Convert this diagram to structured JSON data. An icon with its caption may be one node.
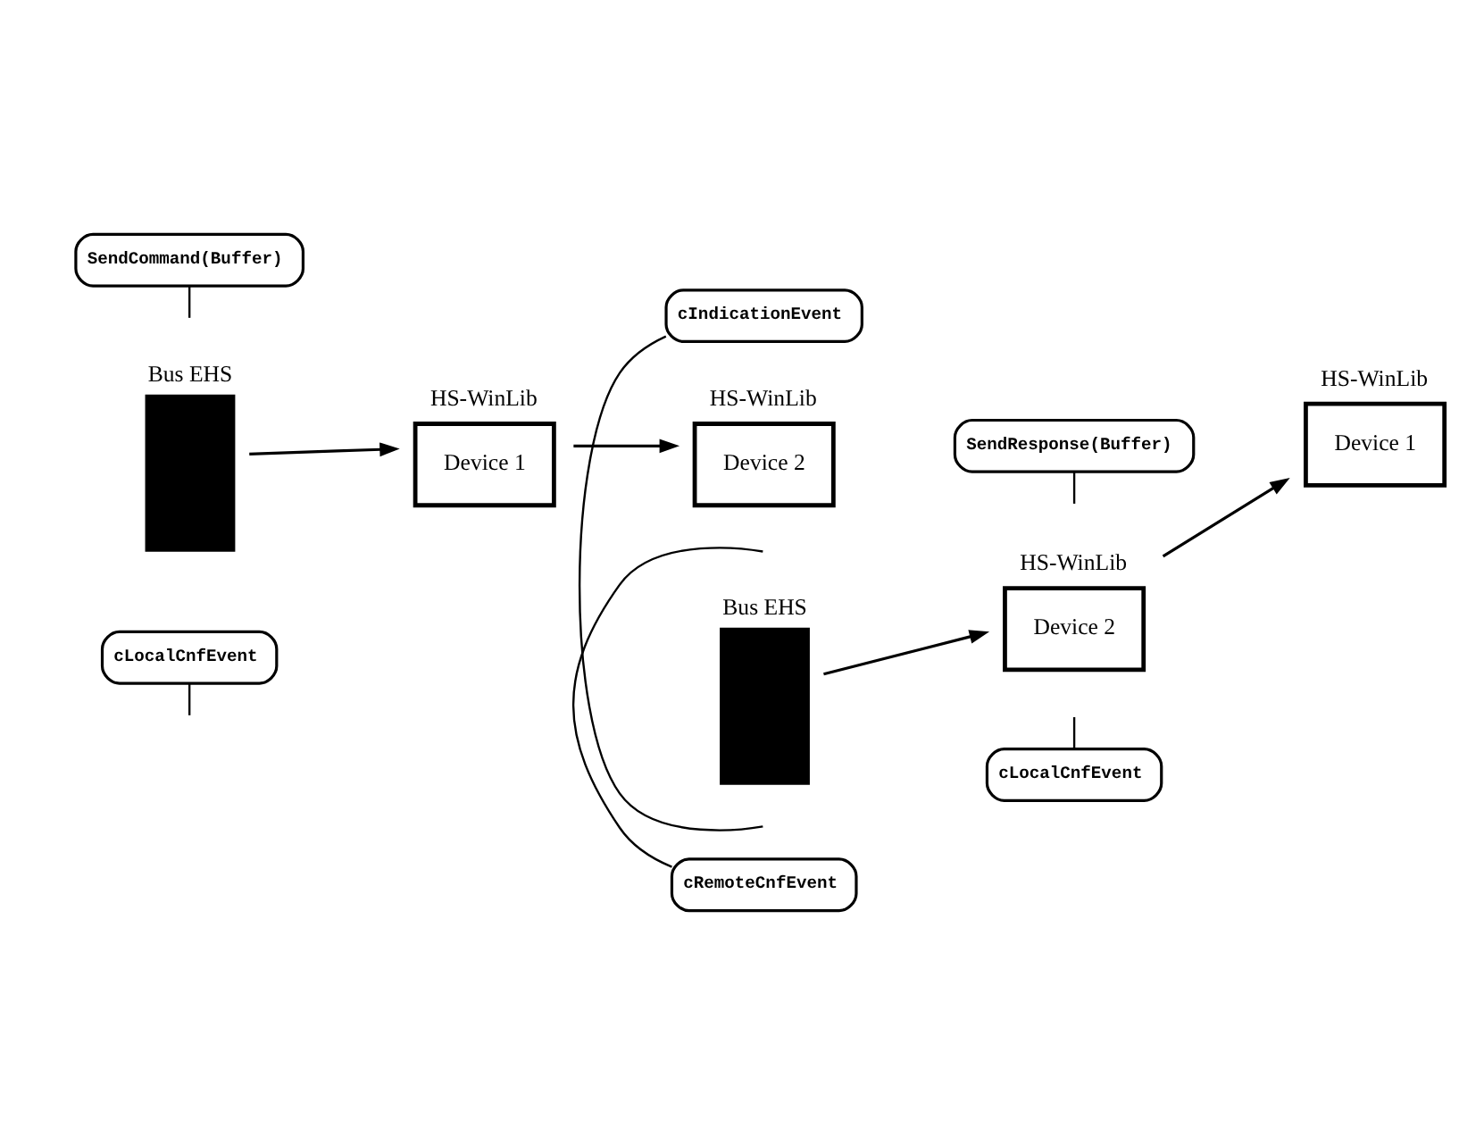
{
  "diagram": {
    "nodes": [
      {
        "text": [
          "SendCommand(Buffer)"
        ]
      },
      {
        "text": [
          "Bus EHS"
        ]
      },
      {
        "text": [
          "cIndicationEvent"
        ]
      },
      {
        "text": [
          "HS-WinLib",
          "Device 1"
        ]
      },
      {
        "text": [
          "HS-WinLib",
          "Device 2"
        ]
      },
      {
        "text": [
          "cLocalCnfEvent"
        ]
      },
      {
        "text": [
          "Bus EHS"
        ]
      },
      {
        "text": [
          "SendResponse(Buffer)"
        ]
      },
      {
        "text": [
          "HS-WinLib",
          "Device 1"
        ]
      },
      {
        "text": [
          "HS-WinLib",
          "Device 2"
        ]
      },
      {
        "text": [
          "cRemoteCnfEvent"
        ]
      },
      {
        "text": [
          "cLocalCnfEvent"
        ]
      }
    ],
    "edges": [
      {
        "from": 3,
        "to": 4,
        "arrow": "to"
      },
      {
        "from": 1,
        "to": 3,
        "arrow": "to"
      },
      {
        "from": 0,
        "to": null,
        "arrow": "none"
      },
      {
        "from": 2,
        "to": null,
        "arrow": "none"
      },
      {
        "from": 5,
        "to": null,
        "arrow": "none"
      },
      {
        "from": 9,
        "to": 8,
        "arrow": "to"
      },
      {
        "from": 6,
        "to": 9,
        "arrow": "to"
      },
      {
        "from": 7,
        "to": null,
        "arrow": "none"
      },
      {
        "from": 10,
        "to": null,
        "arrow": "none"
      },
      {
        "from": 11,
        "to": null,
        "arrow": "none"
      }
    ]
  }
}
